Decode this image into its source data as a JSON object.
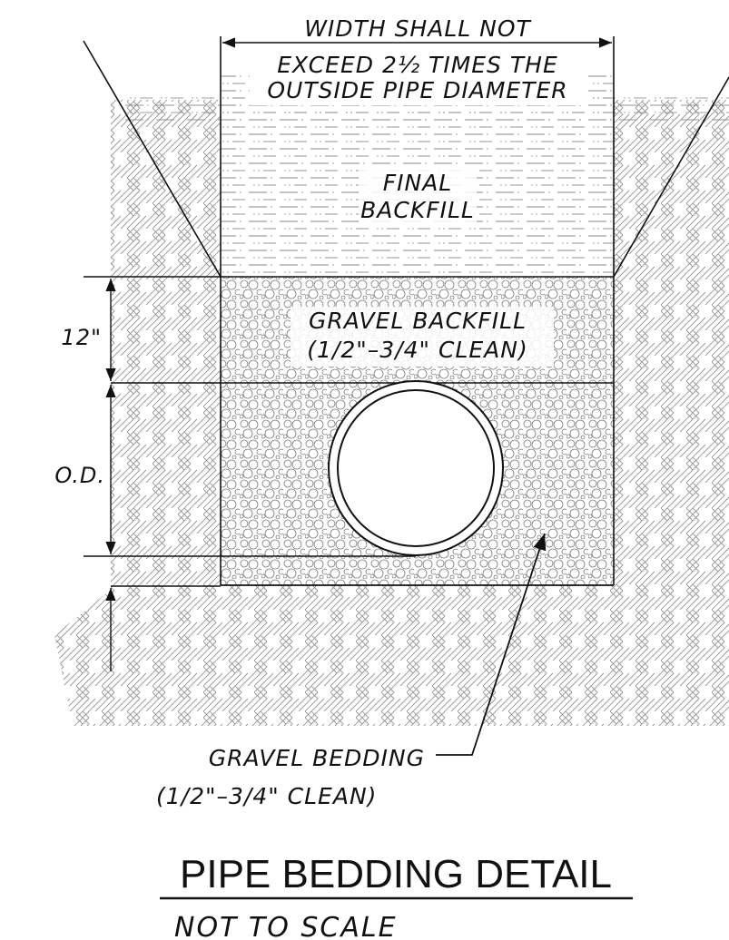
{
  "labels": {
    "width_line1": "WIDTH SHALL NOT",
    "width_line2": "EXCEED 2½ TIMES THE",
    "width_line3": "OUTSIDE PIPE DIAMETER",
    "final_line1": "FINAL",
    "final_line2": "BACKFILL",
    "gravel_backfill_line1": "GRAVEL BACKFILL",
    "gravel_backfill_line2": "(1/2\"–3/4\" CLEAN)",
    "dim_12": "12\"",
    "dim_od": "O.D.",
    "bedding_line1": "GRAVEL BEDDING",
    "bedding_line2": "(1/2\"–3/4\" CLEAN)"
  },
  "title": "PIPE BEDDING DETAIL",
  "subtitle": "NOT TO SCALE",
  "colors": {
    "ink": "#111111",
    "background": "#ffffff",
    "hatch": "#8a8a8a"
  }
}
